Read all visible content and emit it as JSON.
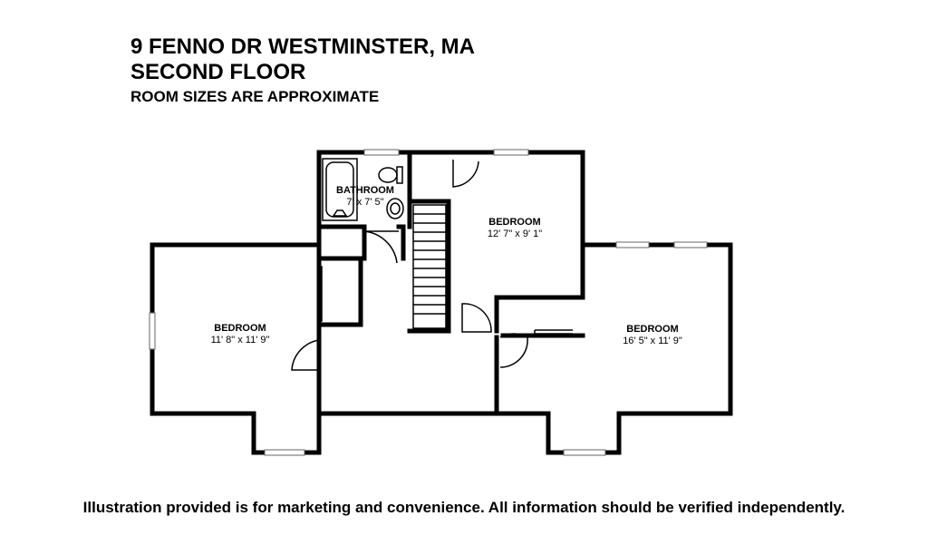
{
  "header": {
    "address": "9 FENNO DR WESTMINSTER, MA",
    "floor": "SECOND FLOOR",
    "note": "ROOM SIZES ARE APPROXIMATE"
  },
  "rooms": {
    "bathroom": {
      "name": "BATHROOM",
      "size": "7' x 7' 5\""
    },
    "bedroom_center": {
      "name": "BEDROOM",
      "size": "12' 7\" x 9' 1\""
    },
    "bedroom_left": {
      "name": "BEDROOM",
      "size": "11' 8\" x 11' 9\""
    },
    "bedroom_right": {
      "name": "BEDROOM",
      "size": "16' 5\" x 11' 9\""
    }
  },
  "footer": {
    "disclaimer": "Illustration provided is for marketing and convenience. All information should be verified independently."
  }
}
